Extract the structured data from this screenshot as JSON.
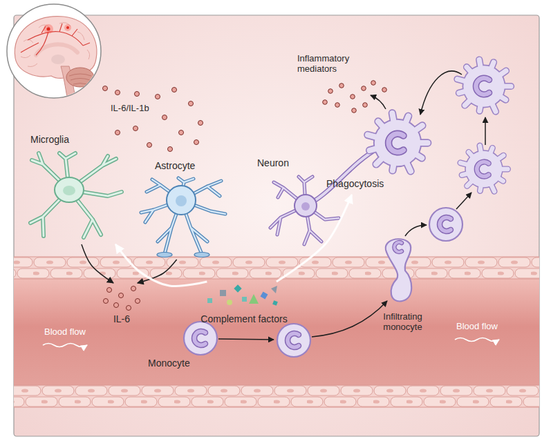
{
  "diagram": {
    "nodes": [
      {
        "text": [
          "Microglia"
        ]
      },
      {
        "text": [
          "Astrocyte"
        ]
      },
      {
        "text": [
          "Neuron"
        ]
      },
      {
        "text": [
          "Phagocytosis"
        ]
      },
      {
        "text": [
          "IL-6"
        ]
      },
      {
        "text": [
          "Complement factors"
        ]
      },
      {
        "text": [
          "Monocyte"
        ]
      },
      {
        "text": [
          "Infiltrating monocyte"
        ]
      }
    ],
    "edges": [
      {
        "from": 0,
        "to": 4,
        "arrow": "to"
      },
      {
        "from": 1,
        "to": 4,
        "arrow": "to"
      },
      {
        "from": 5,
        "to": 0,
        "arrow": "to"
      },
      {
        "from": 5,
        "to": 3,
        "arrow": "to"
      }
    ],
    "labels": [
      "IL-6/IL-1b",
      "Inflammatory mediators",
      "Blood flow",
      "Blood flow"
    ]
  }
}
